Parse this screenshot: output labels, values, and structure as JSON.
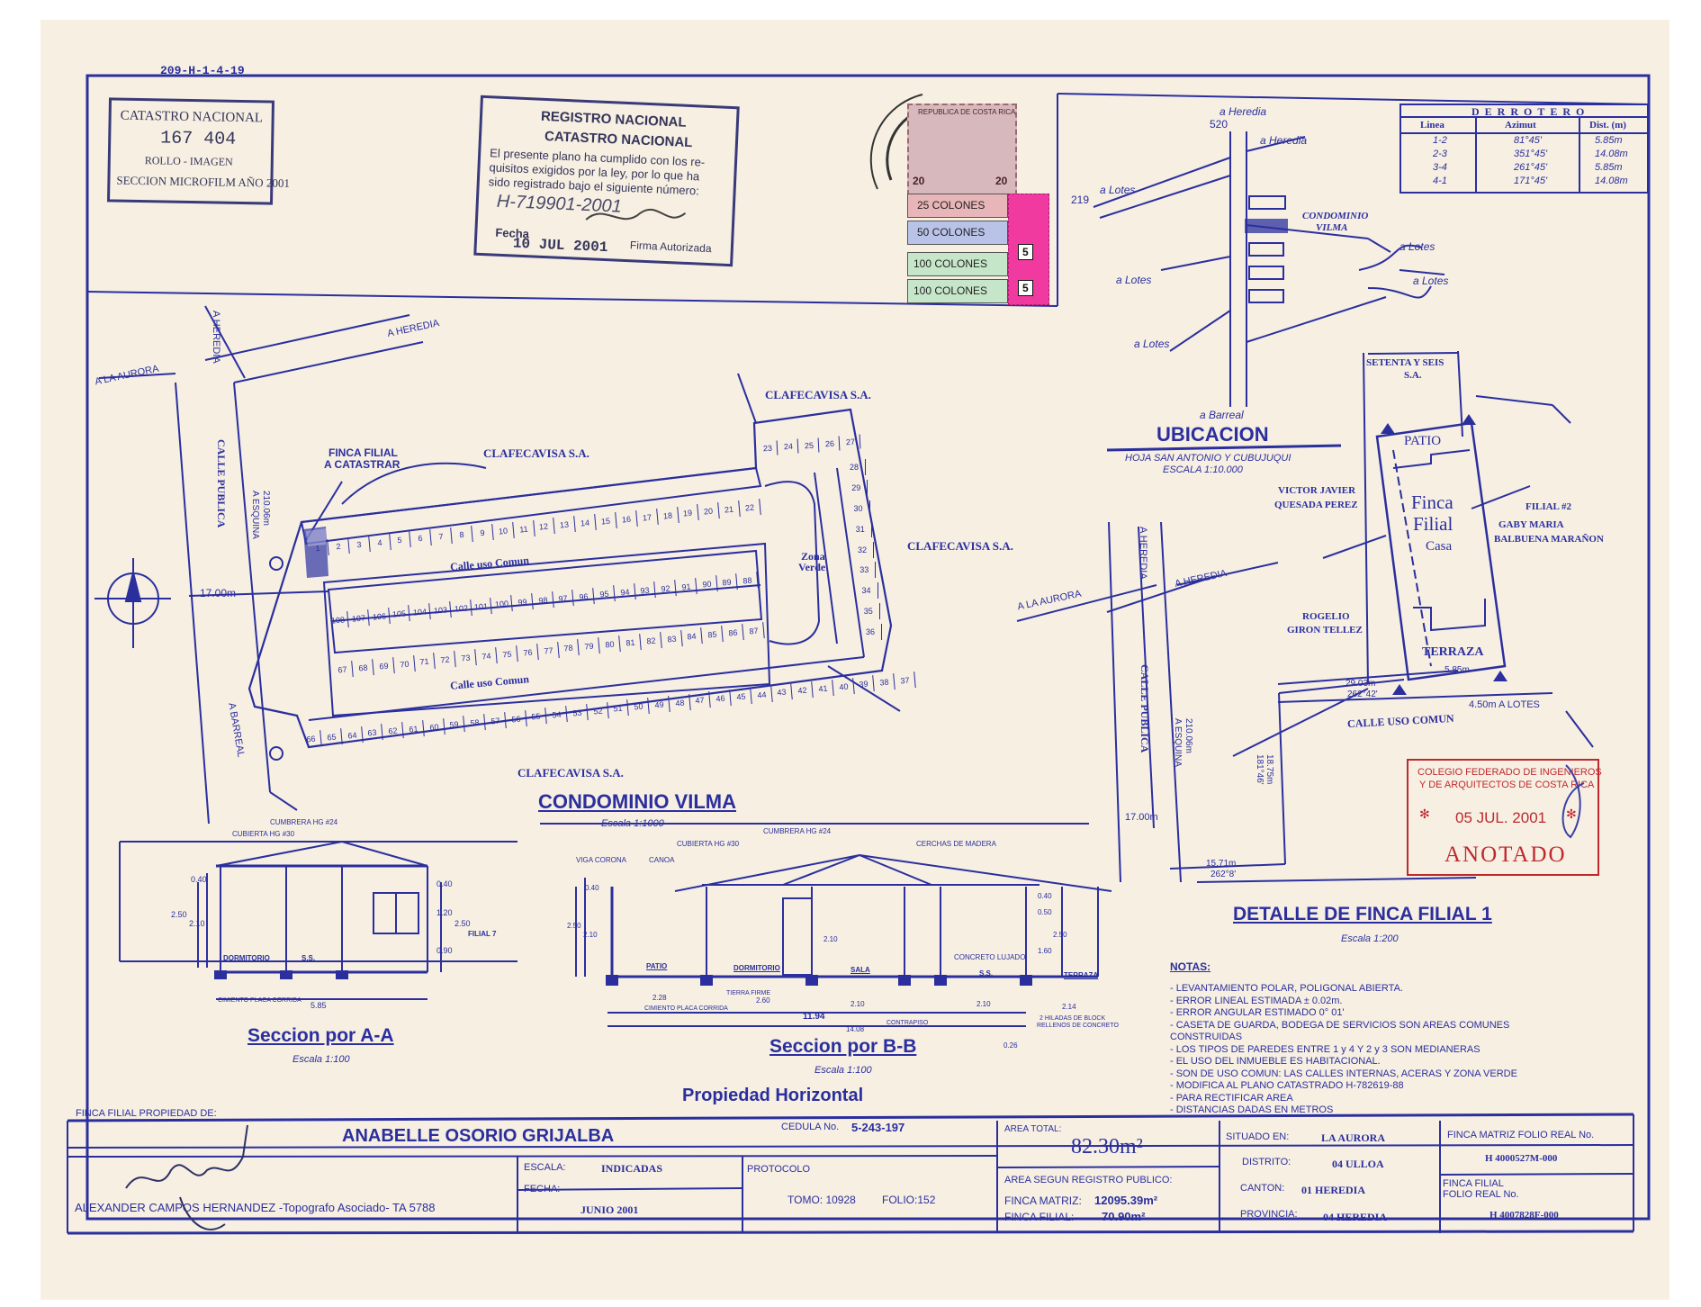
{
  "file_code": "209-H-1-4-19",
  "catastro_stamp": {
    "title": "CATASTRO NACIONAL",
    "number": "167 404",
    "rollo": "ROLLO - IMAGEN",
    "seccion": "SECCION MICROFILM AÑO 2001"
  },
  "registro_stamp": {
    "line1": "REGISTRO NACIONAL",
    "line2": "CATASTRO NACIONAL",
    "body": [
      "El presente plano ha cumplido con los re-",
      "quisitos exigidos por la ley, por lo que ha",
      "sido registrado bajo el siguiente número:"
    ],
    "number": "H-719901-2001",
    "fecha_label": "Fecha",
    "fecha": "10 JUL 2001",
    "firma_label": "Firma Autorizada"
  },
  "timbres": {
    "header": "REPUBLICA DE COSTA RICA",
    "values": [
      "25 COLONES",
      "50 COLONES",
      "100 COLONES",
      "100 COLONES"
    ],
    "small": [
      "5",
      "5"
    ],
    "denom": "20"
  },
  "derrotero": {
    "title": "DERROTERO",
    "headers": [
      "Linea",
      "Azimut",
      "Dist. (m)"
    ],
    "rows": [
      [
        "1-2",
        "81°45'",
        "5.85m"
      ],
      [
        "2-3",
        "351°45'",
        "14.08m"
      ],
      [
        "3-4",
        "261°45'",
        "5.85m"
      ],
      [
        "4-1",
        "171°45'",
        "14.08m"
      ]
    ]
  },
  "ubicacion": {
    "title": "UBICACION",
    "hoja": "HOJA SAN ANTONIO Y CUBUJUQUI",
    "escala": "ESCALA 1:10.000",
    "labels": {
      "heredia_top": "a Heredia",
      "n520": "520",
      "heredia_right": "a Heredia",
      "lotes_219": "a Lotes",
      "n219": "219",
      "condominio": "CONDOMINIO",
      "vilma": "VILMA",
      "lotes1": "a Lotes",
      "lotes2": "a Lotes",
      "lotes3": "a Lotes",
      "lotes4": "a Lotes",
      "barreal": "a Barreal"
    }
  },
  "site_plan": {
    "a_heredia_1": "A HEREDIA",
    "a_heredia_2": "A HEREDIA",
    "a_la_aurora": "A LA AURORA",
    "calle_publica": "CALLE PUBLICA",
    "a_barreal": "A BARREAL",
    "finca_filial_1": "FINCA FILIAL",
    "finca_filial_2": "A CATASTRAR",
    "clafecavisa": "CLAFECAVISA S.A.",
    "calle_uso_comun": "Calle uso Comun",
    "zona_verde_1": "Zona",
    "zona_verde_2": "Verde",
    "dist_esquina": "210.06m",
    "a_esquina": "A ESQUINA",
    "width_17": "17.00m",
    "title": "CONDOMINIO VILMA",
    "escala": "Escala 1:1000"
  },
  "lots": {
    "top_row": [
      "1",
      "2",
      "3",
      "4",
      "5",
      "6",
      "7",
      "8",
      "9",
      "10",
      "11",
      "12",
      "13",
      "14",
      "15",
      "16",
      "17",
      "18",
      "19",
      "20",
      "21",
      "22"
    ],
    "top_corner": [
      "23",
      "24",
      "25",
      "26",
      "27"
    ],
    "right_col": [
      "28",
      "29",
      "30",
      "31",
      "32",
      "33",
      "34",
      "35",
      "36"
    ],
    "bottom_row": [
      "66",
      "65",
      "64",
      "63",
      "62",
      "61",
      "60",
      "59",
      "58",
      "57",
      "56",
      "55",
      "54",
      "53",
      "52",
      "51",
      "50",
      "49",
      "48",
      "47",
      "46",
      "45",
      "44",
      "43",
      "42",
      "41",
      "40",
      "39",
      "38",
      "37"
    ],
    "center_top": [
      "108",
      "107",
      "106",
      "105",
      "104",
      "103",
      "102",
      "101",
      "100",
      "99",
      "98",
      "97",
      "96",
      "95",
      "94",
      "93",
      "92",
      "91",
      "90",
      "89",
      "88"
    ],
    "center_bottom": [
      "67",
      "68",
      "69",
      "70",
      "71",
      "72",
      "73",
      "74",
      "75",
      "76",
      "77",
      "78",
      "79",
      "80",
      "81",
      "82",
      "83",
      "84",
      "85",
      "86",
      "87"
    ]
  },
  "detail_map": {
    "a_heredia_v": "A HEREDIA",
    "a_heredia": "A HEREDIA",
    "a_la_aurora": "A LA AURORA",
    "calle_publica": "CALLE PUBLICA",
    "dist_esquina": "210.06m",
    "a_esquina": "A ESQUINA",
    "width_17": "17.00m",
    "calle_uso_comun": "CALLE USO COMUN",
    "setenta": "SETENTA Y SEIS",
    "sa": "S.A.",
    "victor_1": "VICTOR JAVIER",
    "victor_2": "QUESADA PEREZ",
    "filial2_1": "FILIAL #2",
    "filial2_2": "GABY MARIA",
    "filial2_3": "BALBUENA MARAÑON",
    "rogelio_1": "ROGELIO",
    "rogelio_2": "GIRON TELLEZ",
    "patio": "PATIO",
    "finca": "Finca",
    "filial": "Filial",
    "casa": "Casa",
    "terraza": "TERRAZA",
    "dim_585": "5.85m",
    "dim_2903": "29.03m",
    "az_2903": "262°42'",
    "dim_450": "4.50m A LOTES",
    "dim_1875": "18.75m",
    "az_1875": "181°46'",
    "dim_1571": "15.71m",
    "az_1571": "262°8'",
    "title": "DETALLE DE FINCA FILIAL 1",
    "escala": "Escala 1:200"
  },
  "colegio_stamp": {
    "line1": "COLEGIO FEDERADO DE INGENIEROS",
    "line2": "Y DE ARQUITECTOS DE COSTA RICA",
    "date": "05 JUL. 2001",
    "status": "ANOTADO"
  },
  "section_aa": {
    "title": "Seccion por A-A",
    "escala": "Escala 1:100",
    "cumbrera": "CUMBRERA HG #24",
    "cubierta": "CUBIERTA HG #30",
    "dormitorio": "DORMITORIO",
    "ss": "S.S.",
    "filial7": "FILIAL 7",
    "cimiento": "CIMIENTO PLACA CORRIDA",
    "d040": "0.40",
    "d250": "2.50",
    "d210": "2.10",
    "d120": "1.20",
    "d090": "0.90",
    "d585": "5.85"
  },
  "section_bb": {
    "title": "Seccion por B-B",
    "escala": "Escala 1:100",
    "cumbrera": "CUMBRERA HG #24",
    "cubierta": "CUBIERTA HG #30",
    "cerchas": "CERCHAS DE MADERA",
    "viga": "VIGA CORONA",
    "canoa": "CANOA",
    "patio": "PATIO",
    "dormitorio": "DORMITORIO",
    "sala": "SALA",
    "ss": "S.S.",
    "terraza": "TERRAZA",
    "concreto": "CONCRETO LUJADO",
    "tierra": "TIERRA FIRME",
    "cimiento": "CIMIENTO PLACA CORRIDA",
    "contrapiso": "CONTRAPISO",
    "hiladas_1": "2 HILADAS DE BLOCK",
    "hiladas_2": "RELLENOS DE CONCRETO",
    "d1194": "11.94",
    "d1408": "14.08",
    "d228": "2.28",
    "d260": "2.60",
    "d210": "2.10",
    "d214": "2.14",
    "d026": "0.26",
    "d160": "1.60",
    "d040": "0.40",
    "d050": "0.50",
    "d250": "2.50"
  },
  "propiedad": "Propiedad Horizontal",
  "notas": {
    "title": "NOTAS:",
    "items": [
      "- LEVANTAMIENTO POLAR, POLIGONAL ABIERTA.",
      "- ERROR LINEAL ESTIMADA ± 0.02m.",
      "- ERROR ANGULAR ESTIMADO 0° 01'",
      "- CASETA DE GUARDA, BODEGA DE SERVICIOS SON AREAS COMUNES",
      "  CONSTRUIDAS",
      "- LOS TIPOS DE PAREDES ENTRE 1 y 4 Y 2 y 3 SON MEDIANERAS",
      "- EL USO DEL INMUEBLE ES HABITACIONAL.",
      "- SON DE USO COMUN: LAS CALLES INTERNAS, ACERAS Y ZONA VERDE",
      "- MODIFICA AL PLANO CATASTRADO H-782619-88",
      "- PARA RECTIFICAR AREA",
      "- DISTANCIAS DADAS EN METROS"
    ]
  },
  "title_block": {
    "propiedad_label": "FINCA FILIAL PROPIEDAD DE:",
    "owner": "ANABELLE OSORIO GRIJALBA",
    "cedula_label": "CEDULA No.",
    "cedula": "5-243-197",
    "area_label": "AREA TOTAL:",
    "area_value": "82.30m²",
    "situado_label": "SITUADO EN:",
    "situado": "LA AURORA",
    "distrito_label": "DISTRITO:",
    "distrito": "04 ULLOA",
    "canton_label": "CANTON:",
    "canton": "01 HEREDIA",
    "provincia_label": "PROVINCIA:",
    "provincia": "04 HEREDIA",
    "matriz_label": "FINCA MATRIZ  FOLIO REAL No.",
    "matriz_value": "H 4000527M-000",
    "filial_label_1": "FINCA FILIAL",
    "filial_label_2": "FOLIO REAL No.",
    "filial_value": "H 4007828F-000",
    "escala_label": "ESCALA:",
    "escala": "INDICADAS",
    "fecha_label": "FECHA:",
    "fecha": "JUNIO 2001",
    "protocolo_label": "PROTOCOLO",
    "tomo": "TOMO: 10928",
    "folio": "FOLIO:152",
    "area_registro_label": "AREA SEGUN REGISTRO PUBLICO:",
    "matriz_area_label": "FINCA MATRIZ:",
    "matriz_area": "12095.39m²",
    "filial_area_label": "FINCA FILIAL:",
    "filial_area": "70.90m²",
    "topografo": "ALEXANDER CAMPOS HERNANDEZ -Topografo Asociado- TA 5788"
  },
  "colors": {
    "ink": "#2b2f9e",
    "paper": "#f6efe2",
    "red_stamp": "#c0282e",
    "pink": "#f03aa0"
  }
}
